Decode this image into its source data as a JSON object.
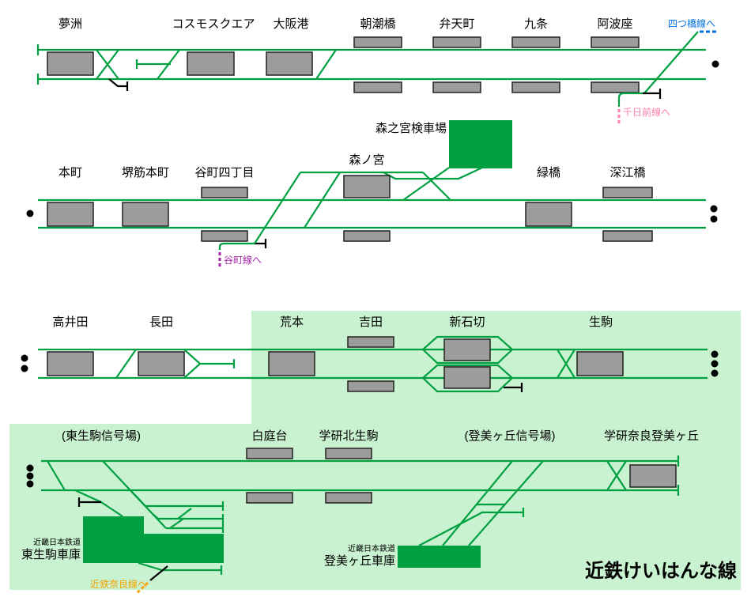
{
  "line_title": "近鉄けいはんな線",
  "stations": {
    "yumeshima": "夢洲",
    "cosmosquare": "コスモスクエア",
    "osakako": "大阪港",
    "asashiobashi": "朝潮橋",
    "bentencho": "弁天町",
    "kujo": "九条",
    "awaza": "阿波座",
    "hommachi": "本町",
    "sakaisuji_hommachi": "堺筋本町",
    "tanimachi_4chome": "谷町四丁目",
    "morinomiya": "森ノ宮",
    "midoribashi": "緑橋",
    "fukaebashi": "深江橋",
    "takaida": "高井田",
    "nagata": "長田",
    "aramoto": "荒本",
    "yoshita": "吉田",
    "shin_ishikiri": "新石切",
    "ikoma": "生駒",
    "shiraniwadai": "白庭台",
    "gakken_kita_ikoma": "学研北生駒",
    "gakken_nara_tomigaoka": "学研奈良登美ヶ丘"
  },
  "signal_stations": {
    "higashi_ikoma": "(東生駒信号場)",
    "tomigaoka": "(登美ヶ丘信号場)"
  },
  "facilities": {
    "morinomiya_depot": "森之宮検車場",
    "kintetsu_company": "近畿日本鉄道",
    "higashi_ikoma_depot": "東生駒車庫",
    "tomigaoka_depot": "登美ヶ丘車庫"
  },
  "connections": {
    "yotsubashi_line": "四つ橋線へ",
    "sennichimae_line": "千日前線へ",
    "tanimachi_line": "谷町線へ",
    "kintetsu_nara_line": "近鉄奈良線へ"
  },
  "colors": {
    "track_green": "#00a040",
    "keihanna_region_bg": "#c8f2d0",
    "platform_gray": "#9c9c9c",
    "yotsubashi_blue": "#0070dd",
    "sennichimae_pink": "#ff7fae",
    "tanimachi_purple": "#a327a3",
    "kintetsu_nara_orange": "#f5a200",
    "other_railway_black": "#000000"
  }
}
